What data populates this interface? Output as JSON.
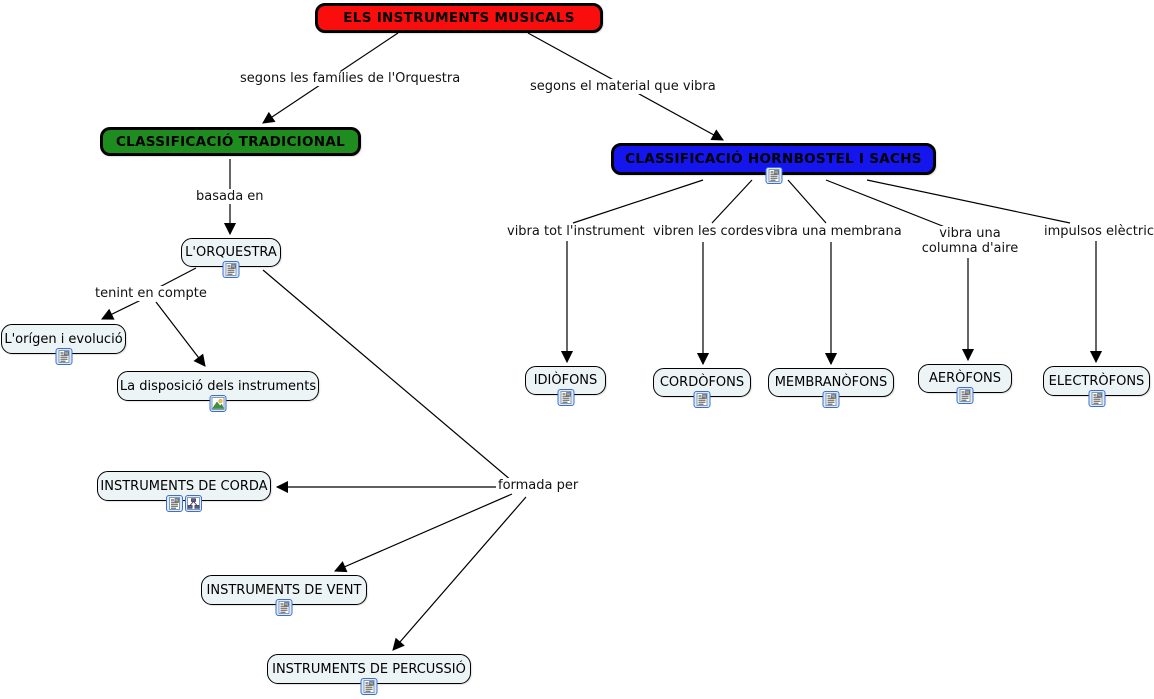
{
  "diagram_title": "ELS INSTRUMENTS MUSICALS",
  "colors": {
    "root_bg": "#f90d0d",
    "traditional_bg": "#1e8c1e",
    "hornbostel_bg": "#1515ee",
    "concept_bg": "#edf4f5",
    "line_color": "#000000"
  },
  "nodes": {
    "root": "ELS INSTRUMENTS MUSICALS",
    "tradicional": "CLASSIFICACIÓ TRADICIONAL",
    "hornbostel": "CLASSIFICACIÓ HORNBOSTEL I SACHS",
    "orquestra": "L'ORQUESTRA",
    "origen": "L'orígen i evolució",
    "disposicio": "La disposició dels instruments",
    "corda": "INSTRUMENTS DE CORDA",
    "vent": "INSTRUMENTS DE VENT",
    "percussio": "INSTRUMENTS DE PERCUSSIÓ",
    "idiofons": "IDIÒFONS",
    "cordofons": "CORDÒFONS",
    "membranofons": "MEMBRANÒFONS",
    "aerofons": "AERÒFONS",
    "electrofons": "ELECTRÒFONS"
  },
  "linking_phrases": {
    "families": "segons les famílies de l'Orquestra",
    "material": "segons el material que vibra",
    "basada": "basada en",
    "tenint": "tenint en compte",
    "formada": "formada per",
    "vibra_tot": "vibra tot l'instrument",
    "vibren_cordes": "vibren les cordes",
    "vibra_membrana": "vibra una membrana",
    "vibra_columna": "vibra una columna d'aire",
    "impulsos": "impulsos elèctrics"
  },
  "resource_icons": {
    "text": "text-document-resource",
    "image": "image-resource",
    "cmap": "concept-map-resource"
  }
}
